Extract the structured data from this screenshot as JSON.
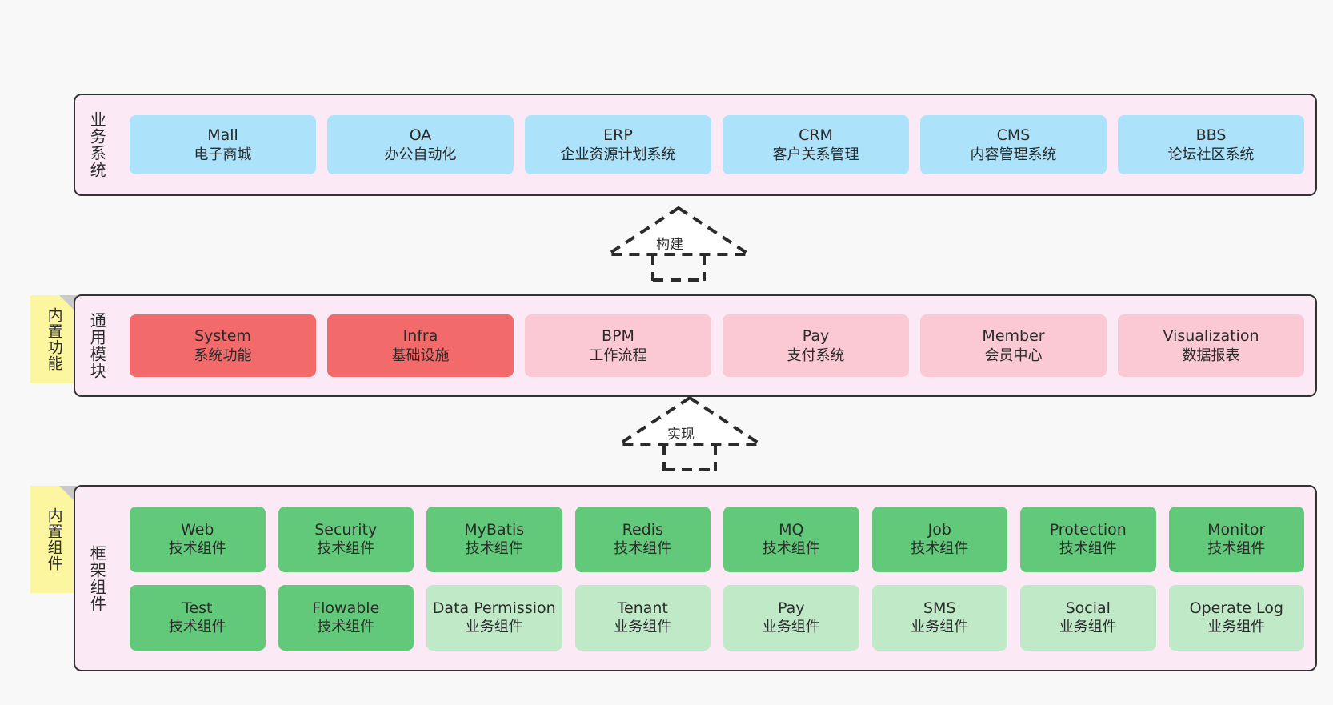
{
  "layers": {
    "business": {
      "title": "业务系统",
      "items": [
        {
          "en": "Mall",
          "cn": "电子商城"
        },
        {
          "en": "OA",
          "cn": "办公自动化"
        },
        {
          "en": "ERP",
          "cn": "企业资源计划系统"
        },
        {
          "en": "CRM",
          "cn": "客户关系管理"
        },
        {
          "en": "CMS",
          "cn": "内容管理系统"
        },
        {
          "en": "BBS",
          "cn": "论坛社区系统"
        }
      ]
    },
    "modules": {
      "title": "通用模块",
      "sticky": "内置功能",
      "items": [
        {
          "en": "System",
          "cn": "系统功能",
          "style": "red"
        },
        {
          "en": "Infra",
          "cn": "基础设施",
          "style": "red"
        },
        {
          "en": "BPM",
          "cn": "工作流程",
          "style": "pink"
        },
        {
          "en": "Pay",
          "cn": "支付系统",
          "style": "pink"
        },
        {
          "en": "Member",
          "cn": "会员中心",
          "style": "pink"
        },
        {
          "en": "Visualization",
          "cn": "数据报表",
          "style": "pink"
        }
      ]
    },
    "framework": {
      "title": "框架组件",
      "sticky": "内置组件",
      "row1": [
        {
          "en": "Web",
          "cn": "技术组件",
          "style": "green"
        },
        {
          "en": "Security",
          "cn": "技术组件",
          "style": "green"
        },
        {
          "en": "MyBatis",
          "cn": "技术组件",
          "style": "green"
        },
        {
          "en": "Redis",
          "cn": "技术组件",
          "style": "green"
        },
        {
          "en": "MQ",
          "cn": "技术组件",
          "style": "green"
        },
        {
          "en": "Job",
          "cn": "技术组件",
          "style": "green"
        },
        {
          "en": "Protection",
          "cn": "技术组件",
          "style": "green"
        },
        {
          "en": "Monitor",
          "cn": "技术组件",
          "style": "green"
        }
      ],
      "row2": [
        {
          "en": "Test",
          "cn": "技术组件",
          "style": "green"
        },
        {
          "en": "Flowable",
          "cn": "技术组件",
          "style": "green"
        },
        {
          "en": "Data Permission",
          "cn": "业务组件",
          "style": "greenpale"
        },
        {
          "en": "Tenant",
          "cn": "业务组件",
          "style": "greenpale"
        },
        {
          "en": "Pay",
          "cn": "业务组件",
          "style": "greenpale"
        },
        {
          "en": "SMS",
          "cn": "业务组件",
          "style": "greenpale"
        },
        {
          "en": "Social",
          "cn": "业务组件",
          "style": "greenpale"
        },
        {
          "en": "Operate Log",
          "cn": "业务组件",
          "style": "greenpale"
        }
      ]
    }
  },
  "connectors": [
    {
      "label": "构建"
    },
    {
      "label": "实现"
    }
  ],
  "colors": {
    "canvas_bg": "#f8f8f8",
    "layer_bg": "#fbeaf5",
    "layer_border": "#333333",
    "blue": "#ace3fb",
    "red": "#f26a6a",
    "pink": "#fbc9d4",
    "green": "#63c97a",
    "green_pale": "#bfe9c7",
    "sticky_yellow": "#fcf6a0",
    "sticky_fold": "#c9c9c9",
    "connector": "#2b2b2b"
  }
}
